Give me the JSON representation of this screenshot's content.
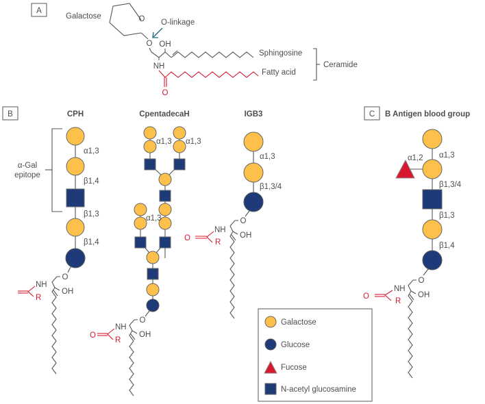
{
  "panel_a": {
    "label": "A",
    "galactose": "Galactose",
    "ring_oxygen": "O",
    "o_linkage": "O-linkage",
    "linkage_oxygen": "O",
    "hydroxyl": "OH",
    "amine": "NH",
    "carbonyl_oxygen": "O",
    "sphingosine": "Sphingosine",
    "fatty_acid": "Fatty acid",
    "ceramide": "Ceramide"
  },
  "panel_b": {
    "label": "B",
    "epitope_label_line1": "α-Gal",
    "epitope_label_line2": "epitope",
    "structures": [
      {
        "title": "CPH",
        "linkages": [
          "α1,3",
          "β1,4",
          "β1,3",
          "β1,4"
        ],
        "residues": [
          "Galactose",
          "Galactose",
          "N-acetyl glucosamine",
          "Galactose",
          "Glucose"
        ]
      },
      {
        "title": "CpentadecaH",
        "linkages": [
          "α1,3",
          "α1,3",
          "α1,3"
        ]
      },
      {
        "title": "IGB3",
        "linkages": [
          "α1,3",
          "β1,3/4"
        ],
        "residues": [
          "Galactose",
          "Galactose",
          "Glucose"
        ]
      }
    ]
  },
  "panel_c": {
    "label": "C",
    "title": "B Antigen blood group",
    "linkages": [
      "α1,3",
      "α1,2",
      "β1,3/4",
      "β1,3",
      "β1,4"
    ],
    "residues": [
      "Galactose",
      "Fucose",
      "Galactose",
      "N-acetyl glucosamine",
      "Galactose",
      "Glucose"
    ]
  },
  "ceramide_labels": {
    "amine": "NH",
    "hydroxyl": "OH",
    "oxygen": "O",
    "carbonyl_oxygen": "O",
    "r_group": "R"
  },
  "legend": {
    "items": [
      {
        "shape": "circle",
        "label": "Galactose",
        "color": "#fdc14b"
      },
      {
        "shape": "circle",
        "label": "Glucose",
        "color": "#1f3a78"
      },
      {
        "shape": "triangle",
        "label": "Fucose",
        "color": "#d7192f"
      },
      {
        "shape": "square",
        "label": "N-acetyl glucosamine",
        "color": "#1f3a78"
      }
    ]
  }
}
